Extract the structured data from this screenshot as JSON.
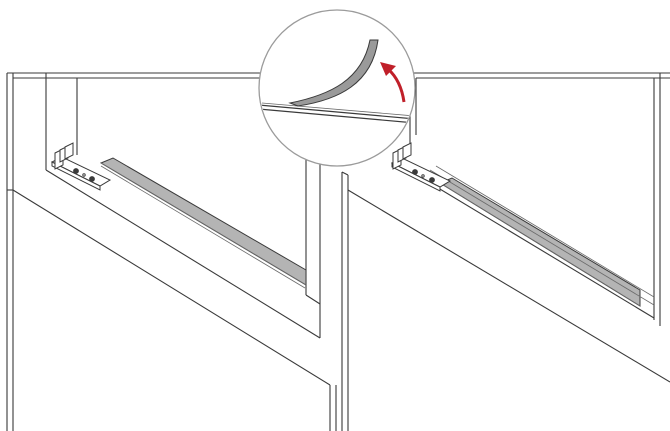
{
  "figure": {
    "panels": [
      {
        "id": "before",
        "shows": "strip-attached"
      },
      {
        "id": "after",
        "shows": "strip-attached-with-release-liner-removed"
      }
    ],
    "detail_callout": {
      "depicts": "peeling-protective-film",
      "arrow_direction": "up"
    }
  },
  "colors": {
    "line": "#3a3a3a",
    "thin_line": "#6a6a6a",
    "strip_fill": "#b4b4b4",
    "film_fill": "#9a9a9a",
    "arrow": "#c0202a",
    "callout_border": "#9b9b9b",
    "background": "#ffffff"
  }
}
